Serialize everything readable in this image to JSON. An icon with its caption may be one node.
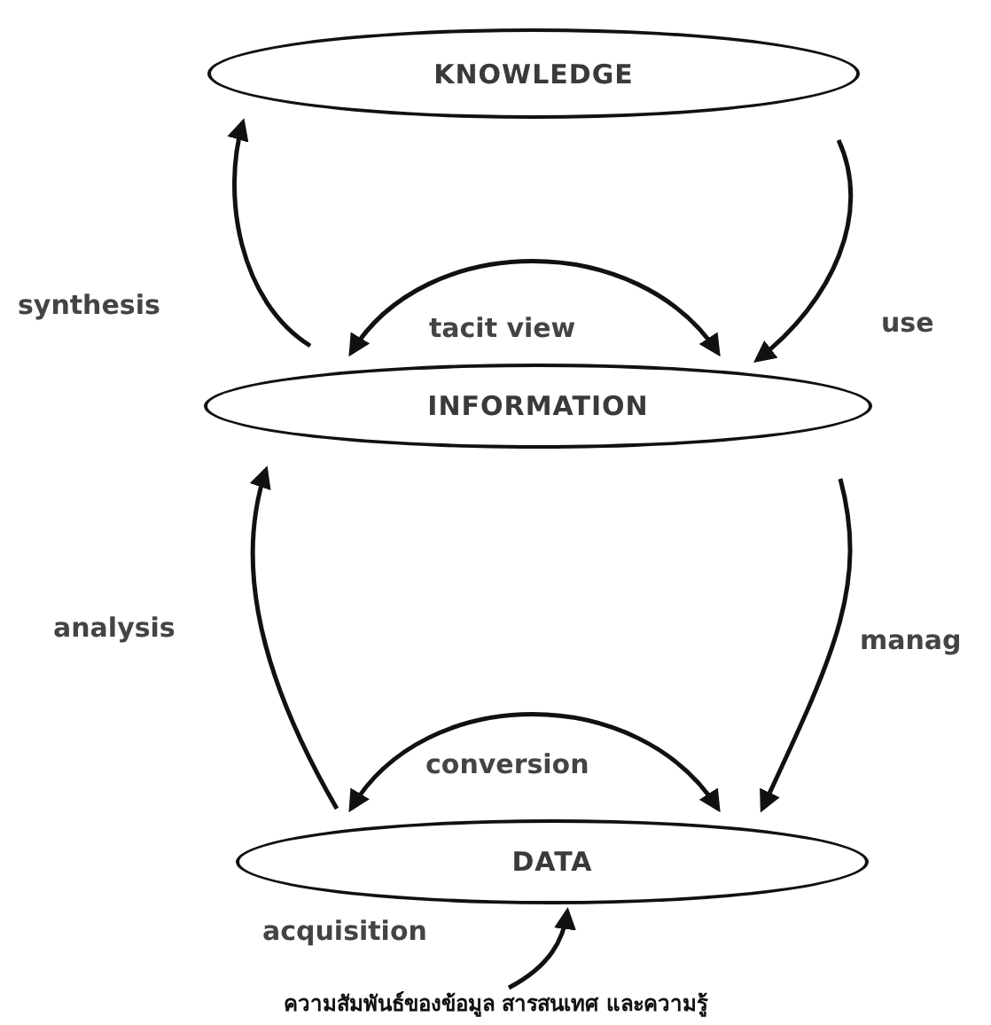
{
  "diagram": {
    "caption": "ความสัมพันธ์ของข้อมูล สารสนเทศ และความรู้",
    "nodes": [
      {
        "text": [
          "KNOWLEDGE"
        ]
      },
      {
        "text": [
          "INFORMATION"
        ]
      },
      {
        "text": [
          "DATA"
        ]
      }
    ],
    "edges": [
      {
        "from": 1,
        "to": 0,
        "arrow": "to",
        "label": "synthesis"
      },
      {
        "from": 0,
        "to": 1,
        "arrow": "to",
        "label": "use"
      },
      {
        "from": 1,
        "to": 1,
        "arrow": "both",
        "label": "tacit view"
      },
      {
        "from": 2,
        "to": 1,
        "arrow": "to",
        "label": "analysis"
      },
      {
        "from": 1,
        "to": 2,
        "arrow": "to",
        "label": "manag"
      },
      {
        "from": 2,
        "to": 2,
        "arrow": "both",
        "label": "conversion"
      },
      {
        "from": null,
        "to": 2,
        "arrow": "to",
        "label": "acquisition"
      }
    ]
  }
}
